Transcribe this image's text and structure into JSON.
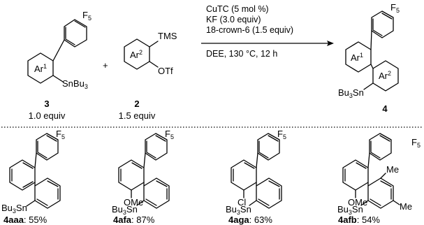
{
  "reaction": {
    "reagent_3": {
      "ring_label": "Ar",
      "ring_label_sup": "1",
      "top_group": "F",
      "top_group_sub": "5",
      "stannyl_prefix": "SnBu",
      "stannyl_sub": "3",
      "number": "3",
      "equiv": "1.0 equiv"
    },
    "plus": "+",
    "reagent_2": {
      "ring_label": "Ar",
      "ring_label_sup": "2",
      "tms": "TMS",
      "otf": "OTf",
      "number": "2",
      "equiv": "1.5 equiv"
    },
    "conditions": [
      "CuTC (5 mol %)",
      "KF (3.0 equiv)",
      "18-crown-6 (1.5 equiv)",
      "DEE, 130 °C, 12 h"
    ],
    "product_4": {
      "top_group": "F",
      "top_group_sub": "5",
      "ring1_label": "Ar",
      "ring1_sup": "1",
      "ring2_label": "Ar",
      "ring2_sup": "2",
      "stannyl_prefix": "Bu",
      "stannyl_sub": "3",
      "stannyl_suffix": "Sn",
      "number": "4"
    }
  },
  "examples": [
    {
      "id": "4aaa",
      "yield": ": 55%",
      "substituent": ""
    },
    {
      "id": "4afa",
      "yield": ": 87%",
      "substituent": "OMe"
    },
    {
      "id": "4aga",
      "yield": ": 63%",
      "substituent": "Cl"
    },
    {
      "id": "4afb",
      "yield": ": 54%",
      "substituent": "OMe",
      "me_top": "Me",
      "me_bottom": "Me"
    }
  ],
  "common": {
    "f5_prefix": "F",
    "f5_sub": "5",
    "bu3sn_prefix": "Bu",
    "bu3sn_sub": "3",
    "bu3sn_suffix": "Sn"
  }
}
